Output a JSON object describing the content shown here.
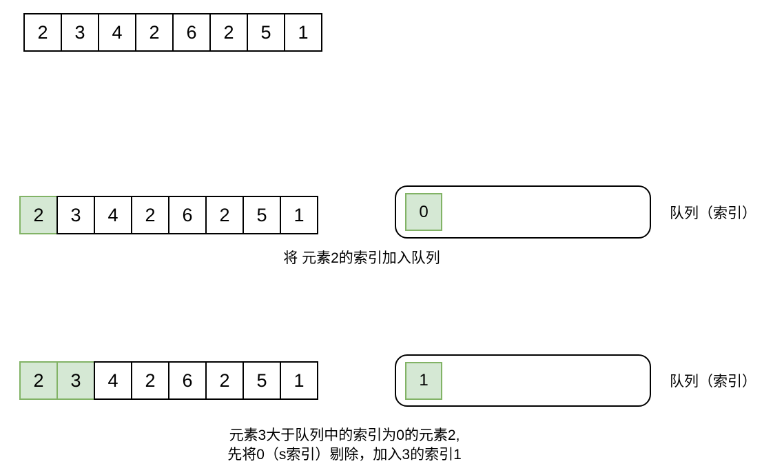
{
  "colors": {
    "highlight_fill": "#d5e8d4",
    "highlight_border": "#82b366",
    "cell_border": "#000000",
    "queue_border": "#000000",
    "background": "#ffffff"
  },
  "rows": [
    {
      "name": "initial-array",
      "cells": [
        "2",
        "3",
        "4",
        "2",
        "6",
        "2",
        "5",
        "1"
      ],
      "highlighted_indices": []
    },
    {
      "name": "step-1",
      "cells": [
        "2",
        "3",
        "4",
        "2",
        "6",
        "2",
        "5",
        "1"
      ],
      "highlighted_indices": [
        0
      ],
      "queue_items": [
        "0"
      ],
      "queue_label": "队列（索引）",
      "caption_lines": [
        "将 元素2的索引加入队列"
      ]
    },
    {
      "name": "step-2",
      "cells": [
        "2",
        "3",
        "4",
        "2",
        "6",
        "2",
        "5",
        "1"
      ],
      "highlighted_indices": [
        0,
        1
      ],
      "queue_items": [
        "1"
      ],
      "queue_label": "队列（索引）",
      "caption_lines": [
        "元素3大于队列中的索引为0的元素2,",
        "先将0（s索引）剔除，加入3的索引1"
      ]
    }
  ]
}
